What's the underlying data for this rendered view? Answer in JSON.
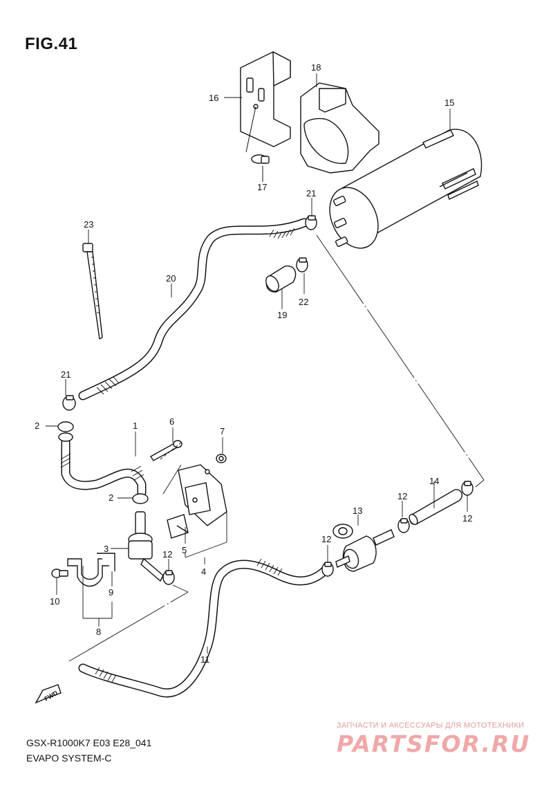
{
  "figure": {
    "title": "FIG.41",
    "model_code": "GSX-R1000K7 E03 E28_041",
    "section": "EVAPO SYSTEM-C",
    "fwd_label": "FWD"
  },
  "callouts": {
    "c1": "1",
    "c2a": "2",
    "c2b": "2",
    "c3": "3",
    "c4": "4",
    "c5": "5",
    "c6": "6",
    "c7": "7",
    "c8": "8",
    "c9": "9",
    "c10": "10",
    "c11": "11",
    "c12a": "12",
    "c12b": "12",
    "c12c": "12",
    "c12d": "12",
    "c13": "13",
    "c14": "14",
    "c15": "15",
    "c16": "16",
    "c17": "17",
    "c18": "18",
    "c19": "19",
    "c20": "20",
    "c21a": "21",
    "c21b": "21",
    "c22": "22",
    "c23": "23"
  },
  "watermark": {
    "tagline": "ЗАПЧАСТИ И АКСЕССУАРЫ ДЛЯ МОТОТЕХНИКИ",
    "logo": "PARTSFOR.RU"
  }
}
